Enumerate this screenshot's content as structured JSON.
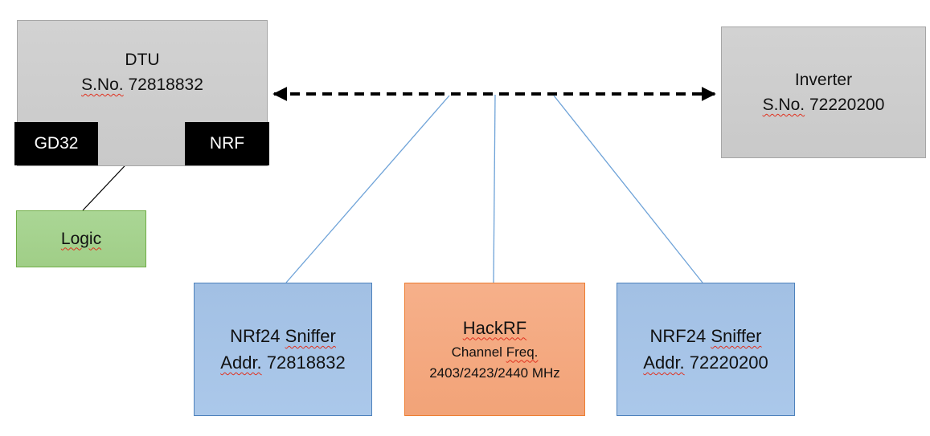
{
  "colors": {
    "canvas_bg": "#ffffff",
    "gray_fill": "#c9c9c9",
    "gray_border": "#a6a6a6",
    "chip_fill": "#000000",
    "chip_text": "#ffffff",
    "green_fill": "#a0ce87",
    "green_border": "#70ad47",
    "blue_fill": "#abc8ea",
    "blue_border": "#4e82bc",
    "orange_fill": "#f2a378",
    "orange_border": "#ed7d31",
    "connector_blue": "#6fa3d8",
    "arrow_black": "#000000",
    "squiggle_red": "#e0301e",
    "text_color": "#111111"
  },
  "dtu_box": {
    "title": "DTU",
    "sno_label": "S.No.",
    "serial": "72818832"
  },
  "chips": {
    "gd32_label": "GD32",
    "nrf_label": "NRF"
  },
  "logic_box": {
    "label": "Logic"
  },
  "inverter_box": {
    "title": "Inverter",
    "sno_label": "S.No.",
    "serial": "72220200"
  },
  "sniffer_left_box": {
    "model": "NRf24",
    "type": "Sniffer",
    "addr_label": "Addr.",
    "address": "72818832"
  },
  "hackrf_box": {
    "title": "HackRF",
    "channel_word": "Channel",
    "freq_word": "Freq.",
    "frequencies": "2403/2423/2440 MHz"
  },
  "sniffer_right_box": {
    "model": "NRF24",
    "type": "Sniffer",
    "addr_label": "Addr.",
    "address": "72220200"
  }
}
